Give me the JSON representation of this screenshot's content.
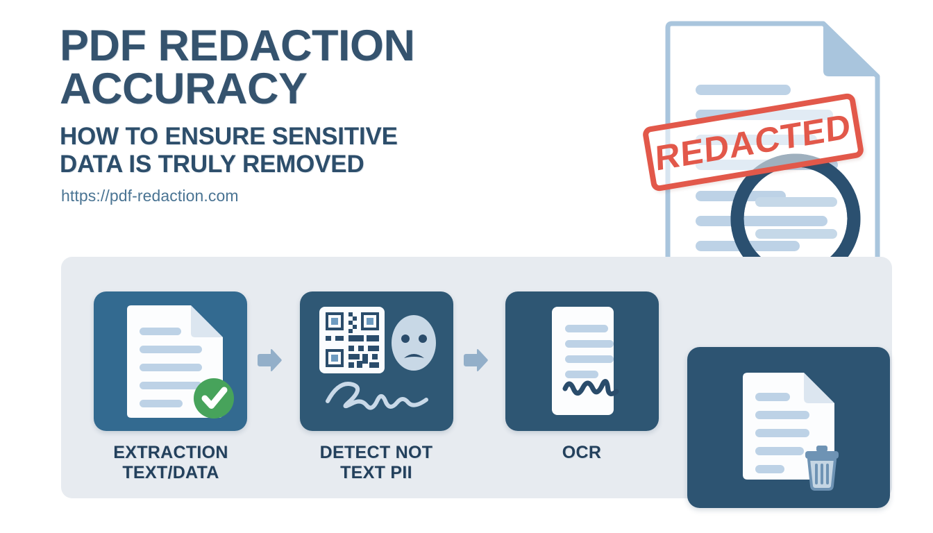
{
  "headline": {
    "title_line1": "PDF REDACTION",
    "title_line2": "ACCURACY",
    "subtitle_line1": "HOW TO ENSURE SENSITIVE",
    "subtitle_line2": "DATA IS TRULY REMOVED",
    "url": "https://pdf-redaction.com"
  },
  "stamp": {
    "label": "REDACTED",
    "color": "#E2584A"
  },
  "flow": {
    "steps": [
      {
        "caption_line1": "EXTRACTION",
        "caption_line2": "TEXT/DATA",
        "icon": "document-check-icon",
        "card_color": "#336A90"
      },
      {
        "caption_line1": "DETECT NOT",
        "caption_line2": "TEXT PII",
        "icon": "qr-face-signature-icon",
        "card_color": "#2F5875"
      },
      {
        "caption_line1": "OCR",
        "caption_line2": "",
        "icon": "document-signature-icon",
        "card_color": "#2E5673"
      }
    ],
    "arrow_icon": "arrow-right-icon",
    "panel_color": "#E7EBF0"
  },
  "art": {
    "document_icon": "document-page-icon",
    "magnifier_icon": "magnifying-glass-icon",
    "trash_icon": "trash-can-icon",
    "check_icon": "check-circle-icon",
    "face_icon": "sad-face-icon",
    "qr_icon": "qr-code-icon",
    "signature_icon": "signature-squiggle-icon"
  },
  "colors": {
    "brand_dark": "#35536E",
    "brand_mid": "#336A90",
    "brand_deep": "#2D5472",
    "accent_red": "#E2584A",
    "accent_green": "#47A35B",
    "line_blue": "#BDD2E6",
    "panel_bg": "#E7EBF0",
    "page_bg": "#FFFFFF"
  }
}
